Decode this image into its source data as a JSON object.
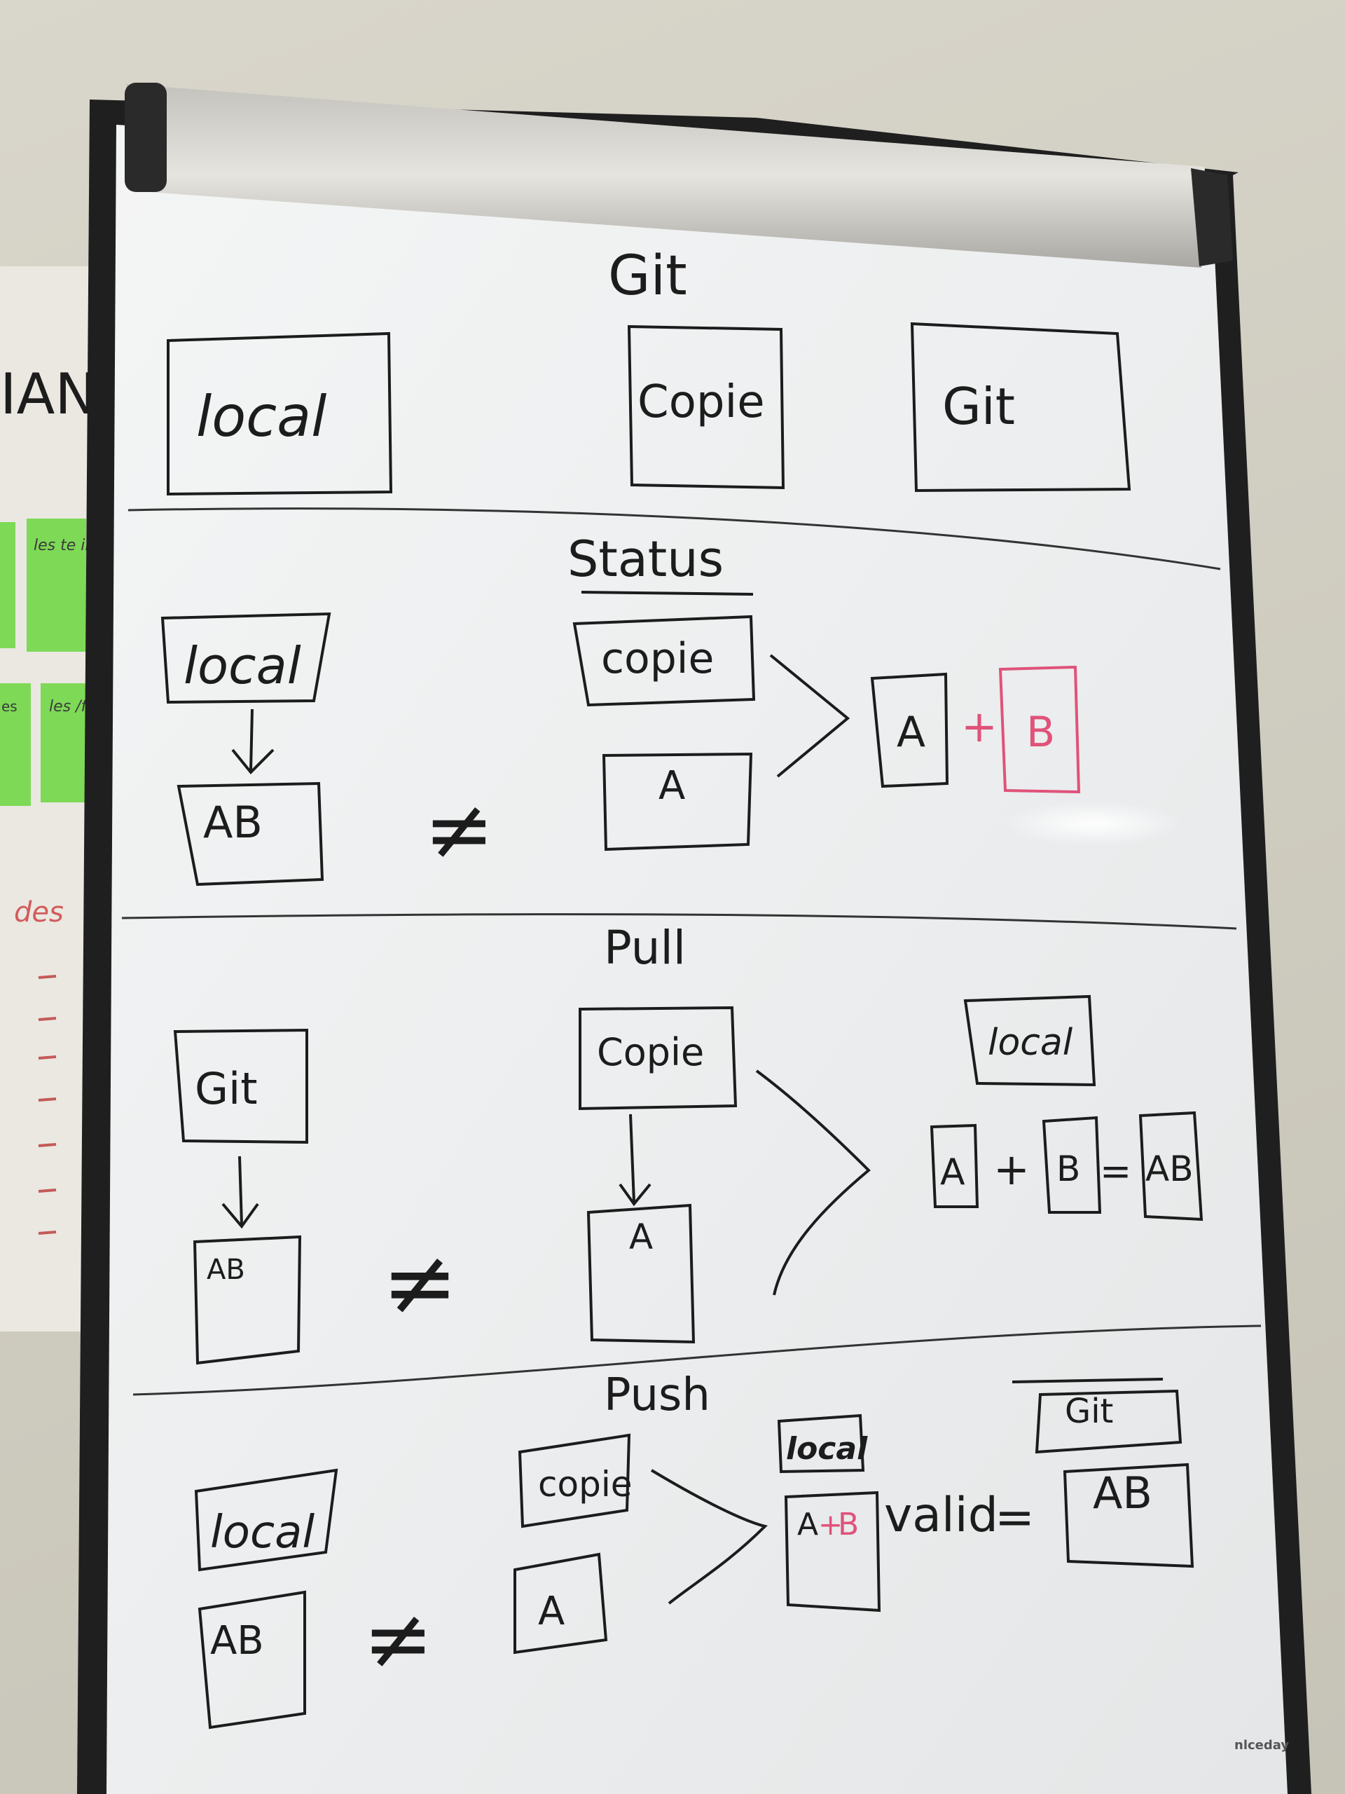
{
  "board": {
    "brand": "nlceday",
    "sections": {
      "git": {
        "title": "Git",
        "boxes": [
          "local",
          "Copie",
          "Git"
        ]
      },
      "status": {
        "title": "Status",
        "local_box": "local",
        "ab_box": "AB",
        "not_equal": "≠",
        "copie_box": "copie",
        "a_box": "A",
        "result_a": "A",
        "plus": "+",
        "result_b": "B"
      },
      "pull": {
        "title": "Pull",
        "git_box": "Git",
        "ab_box": "AB",
        "not_equal": "≠",
        "copie_box": "Copie",
        "a_box": "A",
        "local_box": "local",
        "eq_a": "A",
        "plus": "+",
        "eq_b": "B",
        "equals": "=",
        "eq_ab": "AB"
      },
      "push": {
        "title": "Push",
        "local_box": "local",
        "ab_box": "AB",
        "not_equal": "≠",
        "copie_box": "copie",
        "a_box": "A",
        "result_local": "local",
        "result_a": "A",
        "result_plus": "+",
        "result_b": "B",
        "valid": "valid",
        "equals": "=",
        "git_box": "Git",
        "git_ab": "AB"
      }
    }
  },
  "background_notes": {
    "wall_text": "IAN",
    "sticky_1": "les te indig",
    "sticky_2": "les /fu",
    "sticky_3": "es",
    "red_note": "des"
  },
  "colors": {
    "ink": "#1c1c1c",
    "red_ink": "#e0527a",
    "sticky": "#7ed957",
    "board": "#eef0f1",
    "frame": "#222222"
  }
}
